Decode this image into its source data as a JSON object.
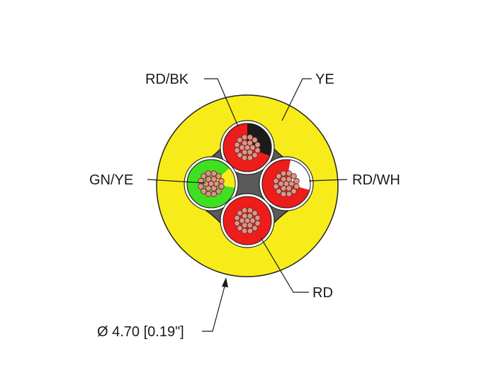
{
  "diagram": {
    "title": "",
    "labels": {
      "rd_bk": "RD/BK",
      "ye": "YE",
      "gn_ye": "GN/YE",
      "rd_wh": "RD/WH",
      "rd": "RD",
      "diameter": "Ø 4.70 [0.19\"]"
    },
    "colors": {
      "jacket": "#f7ec1a",
      "red": "#ef1c1c",
      "black": "#1b1b1b",
      "white": "#ffffff",
      "green": "#3fe021",
      "yellow": "#f7ec1a",
      "copper": "#d9968a",
      "filler": "#5a5a5a",
      "outline": "#222222"
    },
    "cores": [
      {
        "name": "RD/BK",
        "insulation": [
          "red",
          "black"
        ]
      },
      {
        "name": "RD/WH",
        "insulation": [
          "red",
          "white"
        ]
      },
      {
        "name": "GN/YE",
        "insulation": [
          "green",
          "yellow"
        ]
      },
      {
        "name": "RD",
        "insulation": [
          "red"
        ]
      }
    ]
  }
}
